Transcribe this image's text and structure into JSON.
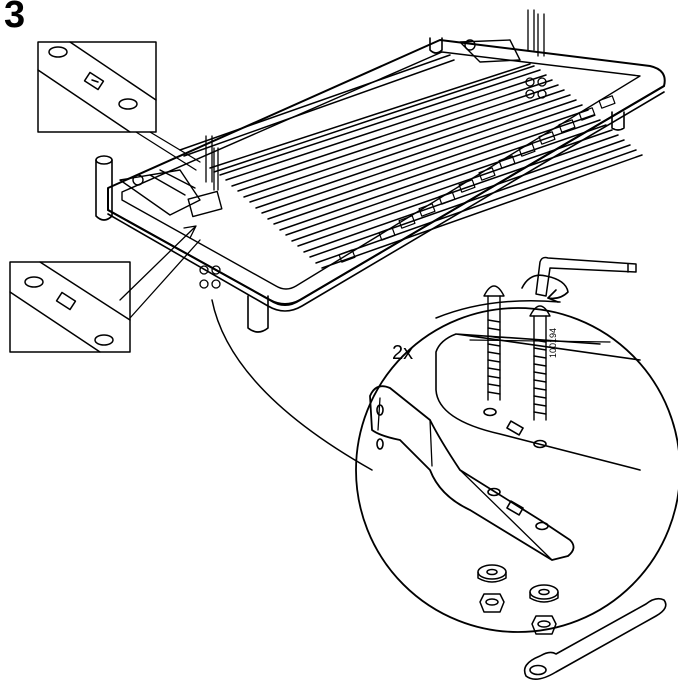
{
  "step": {
    "number": "3"
  },
  "detail": {
    "quantity": "2x",
    "part_number": "100194"
  },
  "colors": {
    "ink": "#000000",
    "paper": "#ffffff"
  }
}
